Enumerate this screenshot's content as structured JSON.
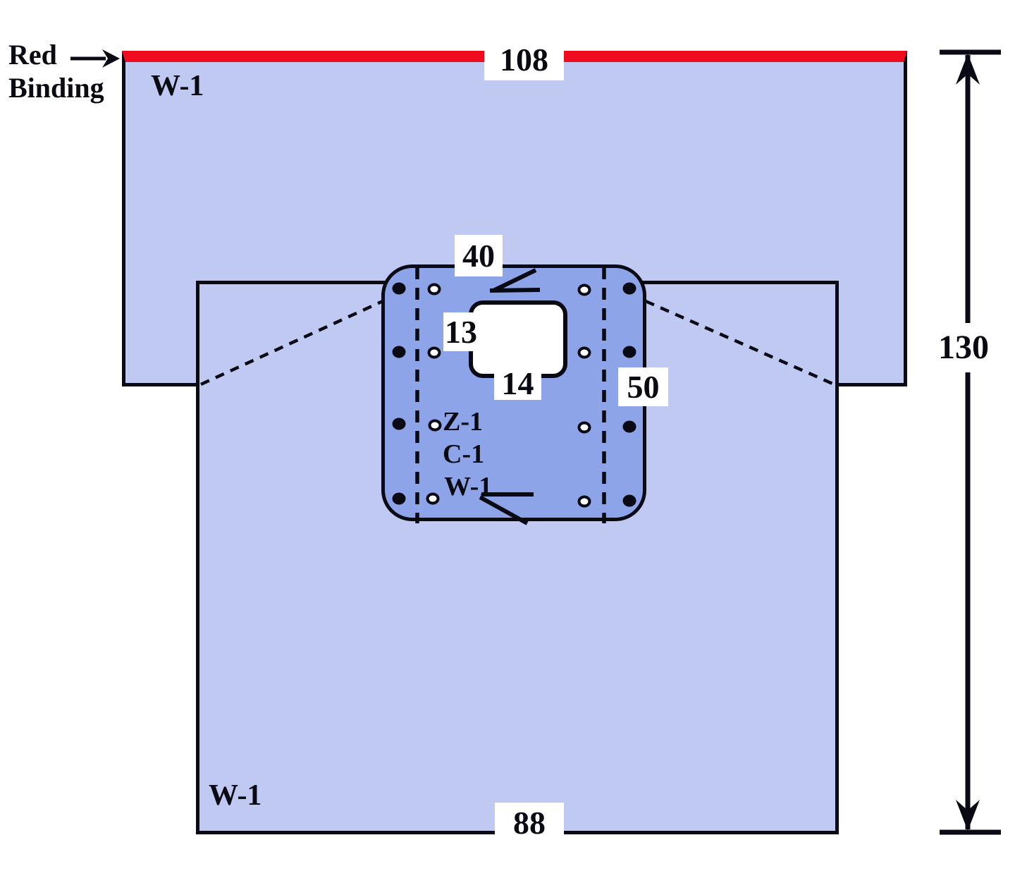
{
  "diagram": {
    "red_binding": {
      "line1": "Red",
      "line2": "Binding"
    },
    "dimensions": {
      "top_width": "108",
      "overall_length": "130",
      "bottom_width": "88",
      "panel_width": "40",
      "panel_length": "50",
      "fenestration_height": "13",
      "fenestration_width": "14"
    },
    "materials": {
      "top_sheet": "W-1",
      "bottom_sheet": "W-1",
      "panel_layer_1": "Z-1",
      "panel_layer_2": "C-1",
      "panel_layer_3": "W-1"
    }
  },
  "colors": {
    "sheet": "#bfc9f1",
    "panel": "#8ea4e9",
    "binding": "#ee0c1e",
    "outline": "#0a0a14",
    "label_bg": "#ffffff"
  }
}
